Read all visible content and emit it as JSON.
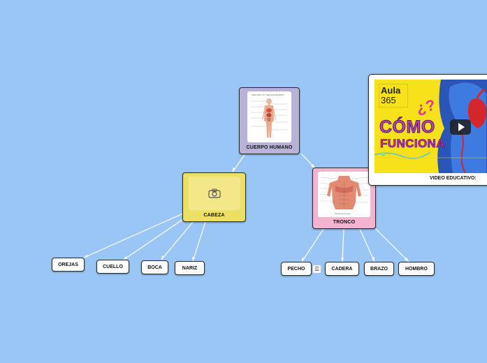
{
  "nodes": {
    "cuerpo_humano": {
      "label": "CUERPO HUMANO",
      "image_caption": "ANATOMY OF THE HUMAN BODY"
    },
    "cabeza": {
      "label": "CABEZA"
    },
    "tronco": {
      "label": "TRONCO",
      "image_caption": "Partes del tronco"
    },
    "video": {
      "label": "VIDEO EDUCATIVO:"
    }
  },
  "cabeza_children": [
    "OREJAS",
    "CUELLO",
    "BOCA",
    "NARIZ"
  ],
  "tronco_children": [
    "PECHO",
    "CADERA",
    "BRAZO",
    "HOMBRO"
  ],
  "video_thumbnail": {
    "brand": "Aula",
    "brand_number": "365",
    "title_line1": "CÓMO",
    "title_line2": "FUNCIONA",
    "question_mark": "¿?"
  },
  "colors": {
    "background": "#9ac6f5",
    "cuerpo_humano": "#b9b2d8",
    "cabeza": "#ecdf63",
    "tronco": "#f2b4cf",
    "leaf": "#ffffff",
    "edge": "#ffffff"
  },
  "icons": {
    "cabeza_placeholder": "camera-icon",
    "pecho_note": "notes-icon",
    "video_play": "play-icon"
  }
}
